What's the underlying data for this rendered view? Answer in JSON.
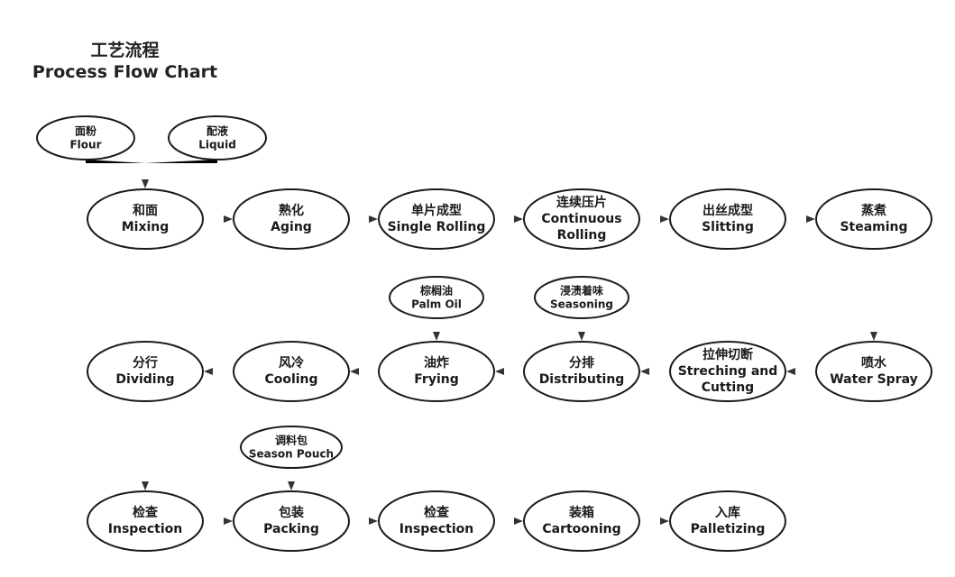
{
  "title": {
    "zh": "工艺流程",
    "en": "Process Flow Chart"
  },
  "nodes": [
    {
      "id": "flour",
      "zh": "面粉",
      "en": [
        "Flour"
      ]
    },
    {
      "id": "liquid",
      "zh": "配液",
      "en": [
        "Liquid"
      ]
    },
    {
      "id": "mixing",
      "zh": "和面",
      "en": [
        "Mixing"
      ]
    },
    {
      "id": "aging",
      "zh": "熟化",
      "en": [
        "Aging"
      ]
    },
    {
      "id": "single-rolling",
      "zh": "单片成型",
      "en": [
        "Single Rolling"
      ]
    },
    {
      "id": "continuous-rolling",
      "zh": "连续压片",
      "en": [
        "Continuous",
        "Rolling"
      ]
    },
    {
      "id": "slitting",
      "zh": "出丝成型",
      "en": [
        "Slitting"
      ]
    },
    {
      "id": "steaming",
      "zh": "蒸煮",
      "en": [
        "Steaming"
      ]
    },
    {
      "id": "water-spray",
      "zh": "喷水",
      "en": [
        "Water Spray"
      ]
    },
    {
      "id": "streching-cutting",
      "zh": "拉伸切断",
      "en": [
        "Streching and",
        "Cutting"
      ]
    },
    {
      "id": "distributing",
      "zh": "分排",
      "en": [
        "Distributing"
      ]
    },
    {
      "id": "seasoning",
      "zh": "浸渍着味",
      "en": [
        "Seasoning"
      ]
    },
    {
      "id": "frying",
      "zh": "油炸",
      "en": [
        "Frying"
      ]
    },
    {
      "id": "palm-oil",
      "zh": "棕榈油",
      "en": [
        "Palm Oil"
      ]
    },
    {
      "id": "cooling",
      "zh": "风冷",
      "en": [
        "Cooling"
      ]
    },
    {
      "id": "dividing",
      "zh": "分行",
      "en": [
        "Dividing"
      ]
    },
    {
      "id": "inspection-1",
      "zh": "检查",
      "en": [
        "Inspection"
      ]
    },
    {
      "id": "packing",
      "zh": "包装",
      "en": [
        "Packing"
      ]
    },
    {
      "id": "season-pouch",
      "zh": "调料包",
      "en": [
        "Season Pouch"
      ]
    },
    {
      "id": "inspection-2",
      "zh": "检查",
      "en": [
        "Inspection"
      ]
    },
    {
      "id": "cartooning",
      "zh": "装箱",
      "en": [
        "Cartooning"
      ]
    },
    {
      "id": "palletizing",
      "zh": "入库",
      "en": [
        "Palletizing"
      ]
    }
  ],
  "edges": [
    {
      "from": "flour",
      "to": "mixing"
    },
    {
      "from": "liquid",
      "to": "mixing"
    },
    {
      "from": "mixing",
      "to": "aging"
    },
    {
      "from": "aging",
      "to": "single-rolling"
    },
    {
      "from": "single-rolling",
      "to": "continuous-rolling"
    },
    {
      "from": "continuous-rolling",
      "to": "slitting"
    },
    {
      "from": "slitting",
      "to": "steaming"
    },
    {
      "from": "steaming",
      "to": "water-spray"
    },
    {
      "from": "water-spray",
      "to": "streching-cutting"
    },
    {
      "from": "streching-cutting",
      "to": "distributing"
    },
    {
      "from": "seasoning",
      "to": "distributing"
    },
    {
      "from": "distributing",
      "to": "frying"
    },
    {
      "from": "palm-oil",
      "to": "frying"
    },
    {
      "from": "frying",
      "to": "cooling"
    },
    {
      "from": "cooling",
      "to": "dividing"
    },
    {
      "from": "dividing",
      "to": "inspection-1"
    },
    {
      "from": "inspection-1",
      "to": "packing"
    },
    {
      "from": "season-pouch",
      "to": "packing"
    },
    {
      "from": "packing",
      "to": "inspection-2"
    },
    {
      "from": "inspection-2",
      "to": "cartooning"
    },
    {
      "from": "cartooning",
      "to": "palletizing"
    }
  ]
}
